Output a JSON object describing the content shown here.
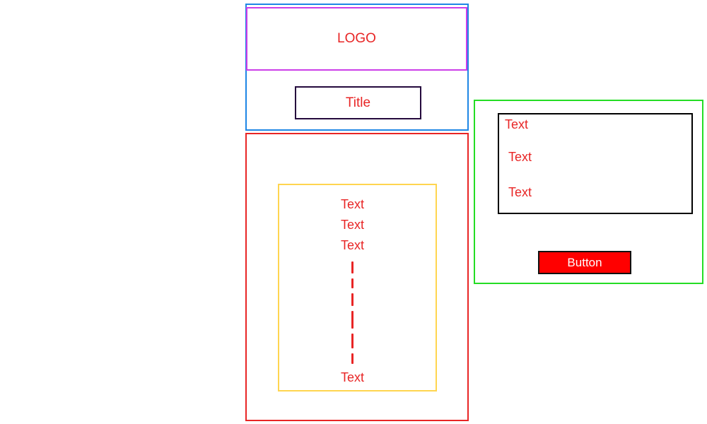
{
  "colors": {
    "blue": "#1e86e5",
    "magenta": "#cc3ee8",
    "red": "#e82525",
    "yellow": "#ffd54f",
    "green": "#24dd24",
    "dark-purple": "#250a3d",
    "black": "#000000",
    "button-red": "#ff0000"
  },
  "header": {
    "logo_label": "LOGO",
    "title_label": "Title"
  },
  "content_list": {
    "items": [
      "Text",
      "Text",
      "Text"
    ],
    "last_item": "Text"
  },
  "side_panel": {
    "text_lines": [
      "Text",
      "Text",
      "Text"
    ],
    "button_label": "Button"
  }
}
